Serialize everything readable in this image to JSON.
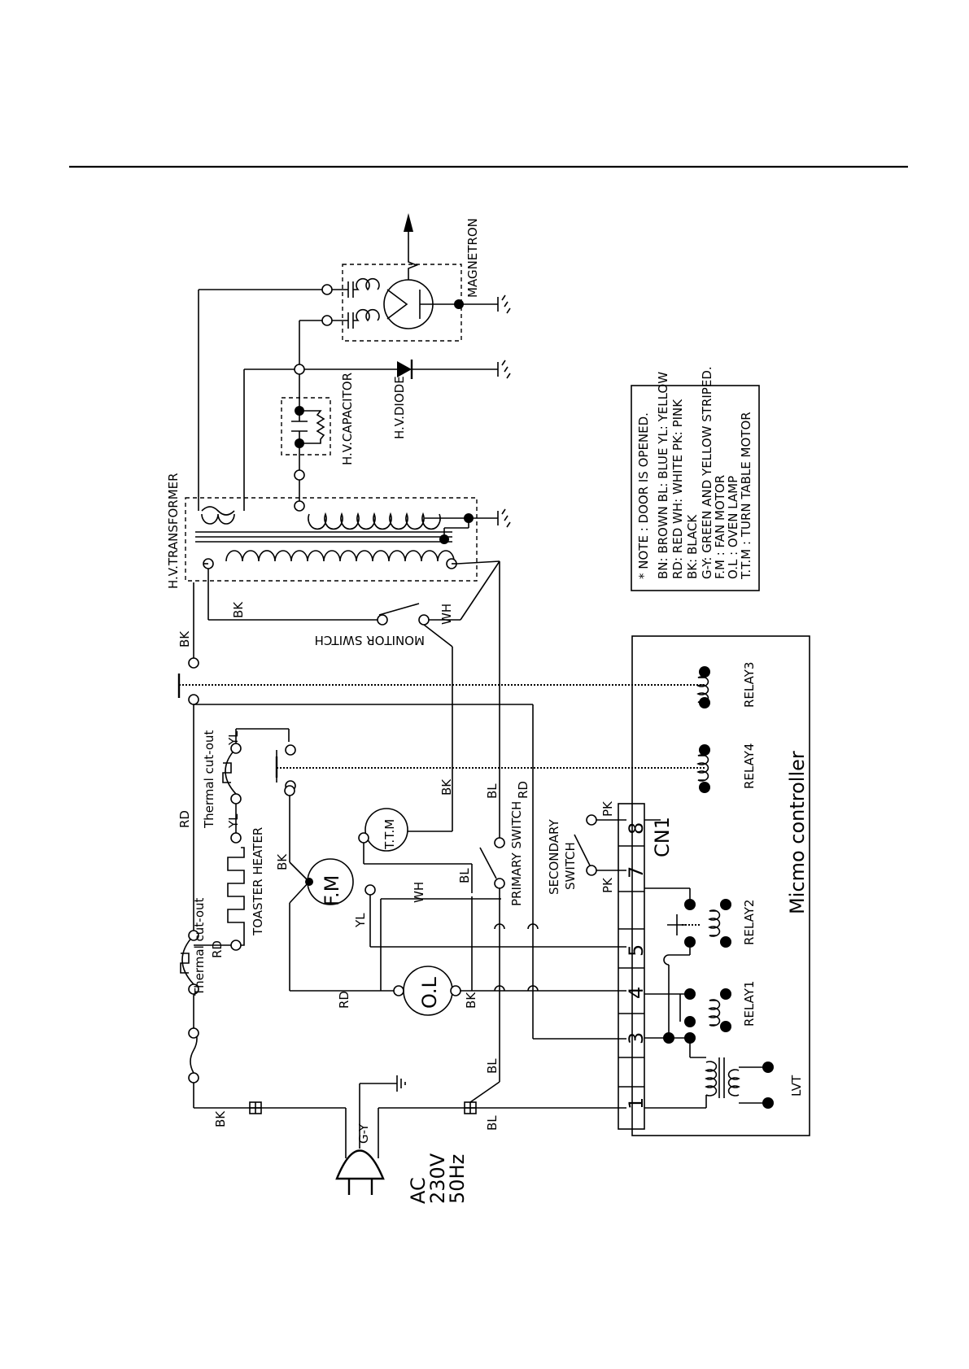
{
  "power": {
    "ac": "AC",
    "voltage": "230V",
    "freq": "50Hz"
  },
  "wires": {
    "bk": "BK",
    "bl": "BL",
    "rd": "RD",
    "yl": "YL",
    "wh": "WH",
    "pk": "PK",
    "gy": "G-Y"
  },
  "components": {
    "thermal_cutout": "Thermal cut-out",
    "toaster_heater": "TOASTER HEATER",
    "fan_motor": "F.M",
    "oven_lamp": "O.L",
    "turntable_motor": "T.T.M",
    "primary_switch": "PRIMARY SWITCH",
    "secondary_switch_1": "SECONDARY",
    "secondary_switch_2": "SWITCH",
    "monitor_switch": "MONITOR SWITCH",
    "hv_transformer": "H.V.TRANSFORMER",
    "hv_capacitor": "H.V.CAPACITOR",
    "hv_diode": "H.V.DIODE",
    "magnetron": "MAGNETRON",
    "relay1": "RELAY1",
    "relay2": "RELAY2",
    "relay3": "RELAY3",
    "relay4": "RELAY4",
    "lvt": "LVT",
    "connector": "CN1",
    "controller": "Micmo controller"
  },
  "cn1_pins": [
    "1",
    "3",
    "4",
    "5",
    "7",
    "8"
  ],
  "legend": [
    "* NOTE  : DOOR IS OPENED.",
    "BN: BROWN   BL: BLUE   YL: YELLOW",
    "RD: RED   WH: WHITE   PK: PINK",
    "BK: BLACK",
    "G-Y: GREEN  AND  YELLOW  STRIPED.",
    "F.M  :  FAN  MOTOR",
    "O.L  :  OVEN  LAMP",
    "T.T.M  :  TURN  TABLE  MOTOR"
  ]
}
